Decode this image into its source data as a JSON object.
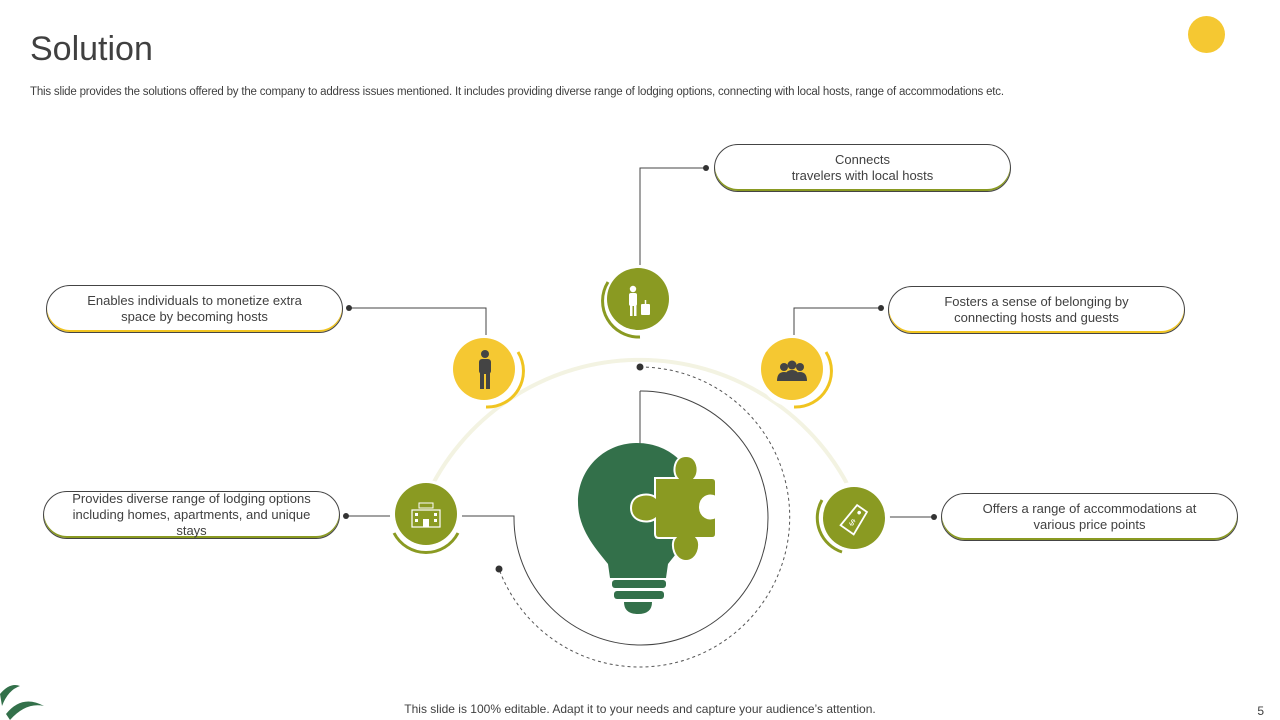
{
  "slide": {
    "title": "Solution",
    "subtitle": "This slide provides the solutions offered by the company to address issues mentioned. It includes providing diverse range of lodging options, connecting with local hosts, range of accommodations etc.",
    "footer": "This slide is 100% editable. Adapt it to your needs and capture your audience’s attention.",
    "page_number": "5"
  },
  "solutions": [
    {
      "id": "connect",
      "text": "Connects\ntravelers  with local hosts",
      "icon": "traveler-luggage-icon",
      "color": "#8a9a22"
    },
    {
      "id": "monetize",
      "text": "Enables individuals  to monetize extra\nspace by becoming hosts",
      "icon": "person-icon",
      "color": "#f5c832"
    },
    {
      "id": "belonging",
      "text": "Fosters a sense of belonging by\nconnecting hosts and guests",
      "icon": "group-icon",
      "color": "#f5c832"
    },
    {
      "id": "lodging",
      "text": "Provides diverse  range of lodging options\nincluding homes, apartments, and unique stays",
      "icon": "hotel-building-icon",
      "color": "#8a9a22"
    },
    {
      "id": "price",
      "text": "Offers  a range of accommodations at\nvarious  price points",
      "icon": "price-tag-icon",
      "color": "#8a9a22"
    }
  ],
  "colors": {
    "olive": "#8a9a22",
    "yellow": "#f5c832",
    "dark_green": "#33704a",
    "text": "#404040"
  },
  "center_icon": "lightbulb-puzzle-icon"
}
